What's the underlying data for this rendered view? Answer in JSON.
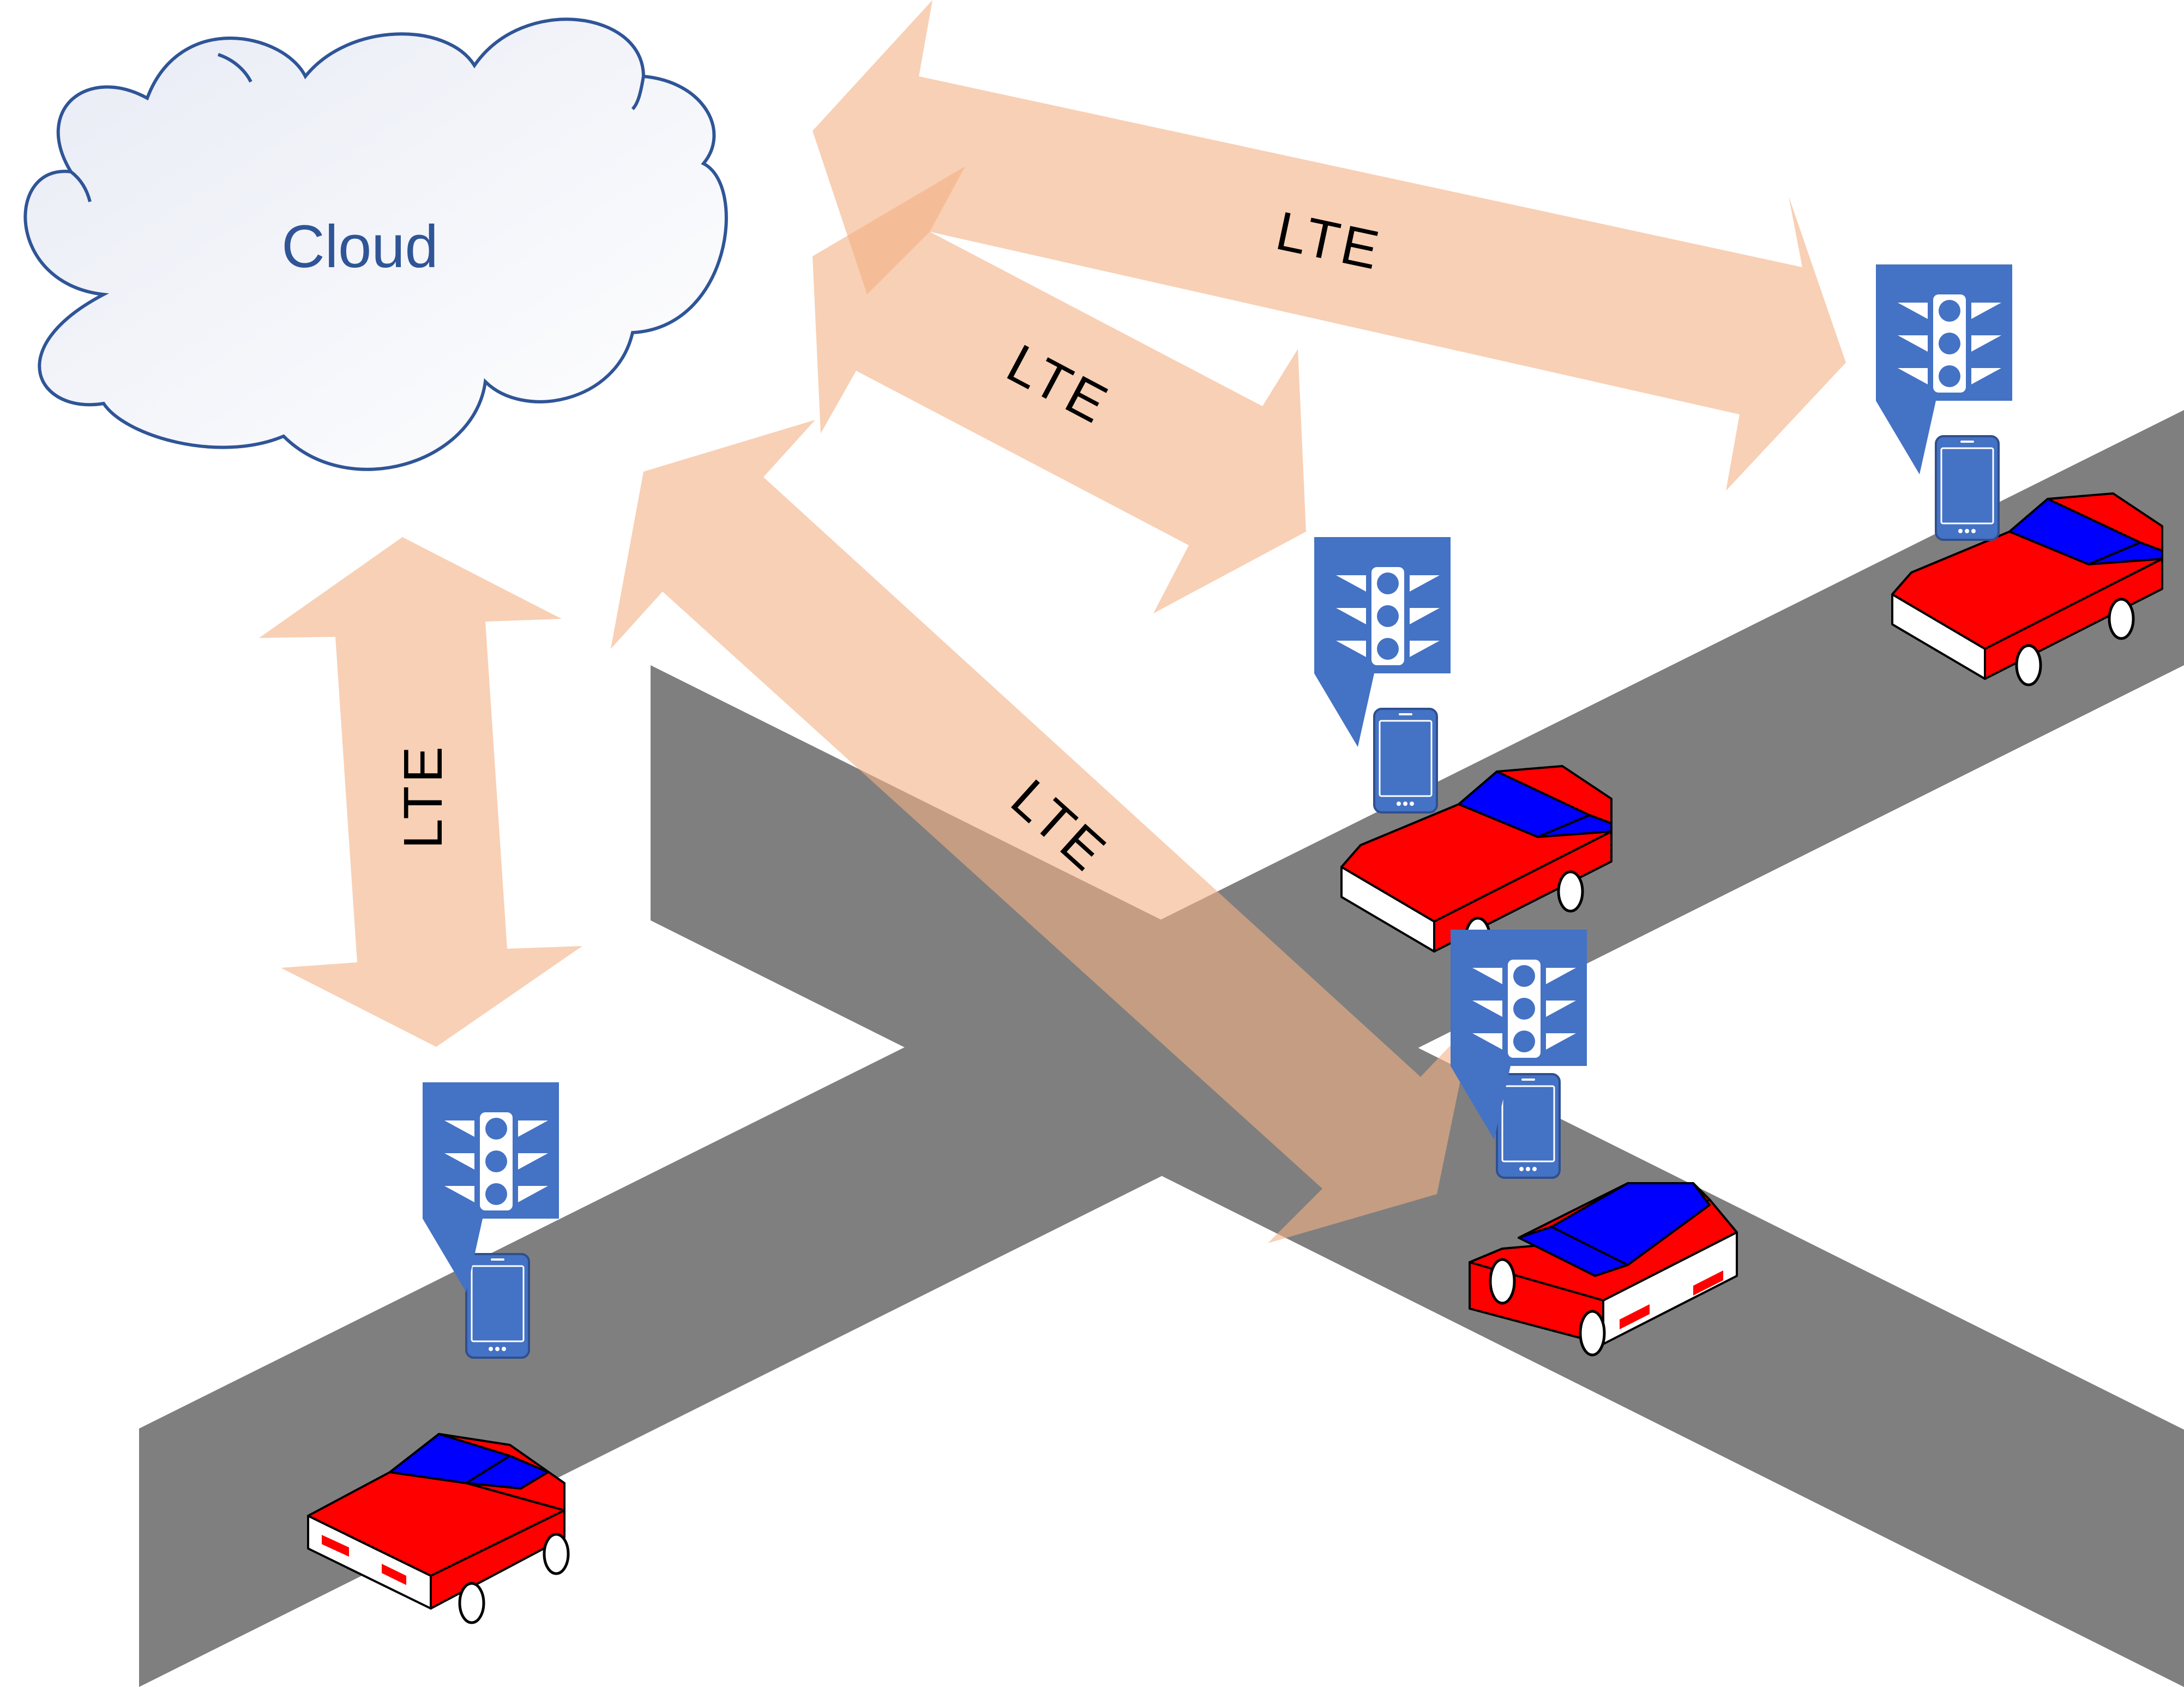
{
  "cloud": {
    "label": "Cloud",
    "color": "#2f5597"
  },
  "links": [
    {
      "id": "cloud-to-car-1",
      "label": "LTE"
    },
    {
      "id": "cloud-to-car-2",
      "label": "LTE"
    },
    {
      "id": "cloud-to-car-3",
      "label": "LTE"
    },
    {
      "id": "cloud-to-car-4",
      "label": "LTE"
    }
  ],
  "vehicles": [
    {
      "id": "car-1",
      "device": "smartphone",
      "app_icon": "traffic-light-icon"
    },
    {
      "id": "car-2",
      "device": "smartphone",
      "app_icon": "traffic-light-icon"
    },
    {
      "id": "car-3",
      "device": "smartphone",
      "app_icon": "traffic-light-icon"
    },
    {
      "id": "car-4",
      "device": "smartphone",
      "app_icon": "traffic-light-icon"
    }
  ],
  "colors": {
    "road": "#7f7f7f",
    "arrow": "#f4b183",
    "app_blue": "#4472c4",
    "car_red": "#ff0000",
    "car_window": "#0000ff"
  }
}
